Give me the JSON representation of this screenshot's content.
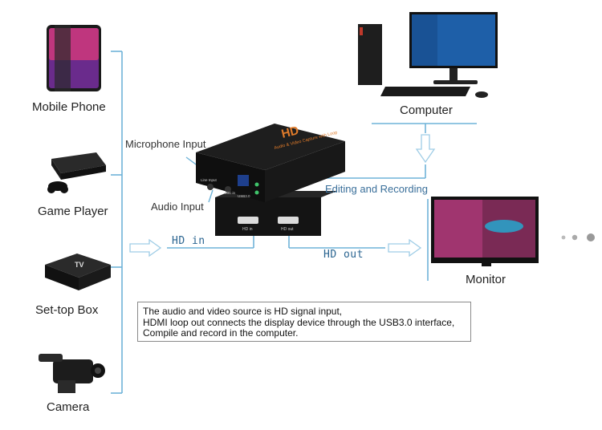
{
  "devices": {
    "mobile_phone": "Mobile Phone",
    "game_player": "Game Player",
    "set_top_box": "Set-top Box",
    "camera": "Camera",
    "computer": "Computer",
    "monitor": "Monitor"
  },
  "capture_box": {
    "top_label": "HD",
    "subtitle": "Audio & Video Capture with Loop",
    "port_labels": [
      "Line Input",
      "MIC in",
      "USB3.0",
      "HD in",
      "HD out"
    ]
  },
  "connections": {
    "microphone_input": "Microphone Input",
    "audio_input": "Audio Input",
    "editing_recording": "Editing and Recording",
    "hd_in": "HD in",
    "hd_out": "HD out"
  },
  "note_lines": [
    "The audio and video source is HD signal input,",
    "HDMI loop out connects the display device through the USB3.0 interface,",
    "Compile and record in the computer."
  ],
  "colors": {
    "line_blue": "#6fb3d8",
    "device_dark": "#1c1c1c",
    "accent_orange": "#e07b2a"
  }
}
